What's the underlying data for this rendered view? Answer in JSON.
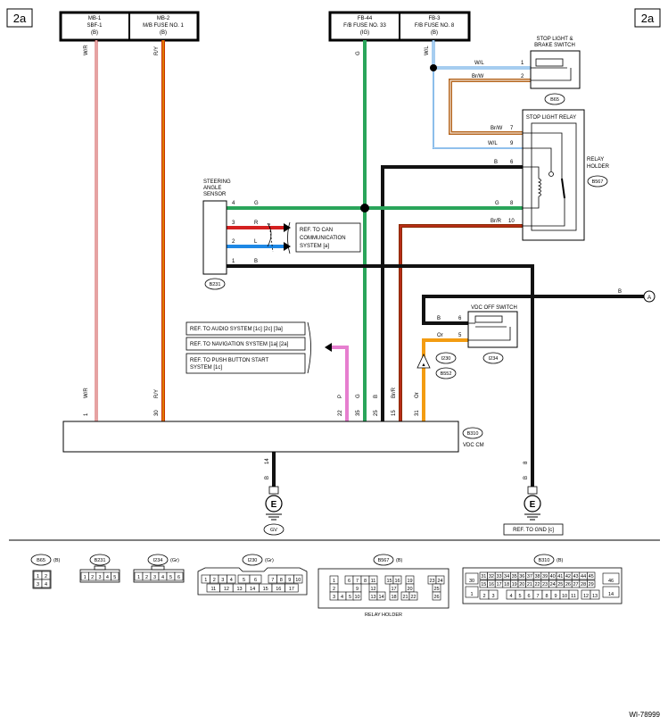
{
  "page": {
    "section_left": "2a",
    "section_right": "2a",
    "doc_id": "WI-78999"
  },
  "fuses": [
    {
      "l1": "MB-1",
      "l2": "SBF-1",
      "l3": "(B)"
    },
    {
      "l1": "MB-2",
      "l2": "M/B FUSE NO. 1",
      "l3": "(B)"
    },
    {
      "l1": "FB-44",
      "l2": "F/B FUSE NO. 33",
      "l3": "(IG)"
    },
    {
      "l1": "FB-3",
      "l2": "F/B FUSE NO. 8",
      "l3": "(B)"
    }
  ],
  "wire_colors": {
    "W/R": "W/R",
    "R/Y": "R/Y",
    "G": "G",
    "W/L": "W/L",
    "Br/W": "Br/W",
    "B": "B",
    "Br/R": "Br/R",
    "R": "R",
    "L": "L",
    "Or": "Or",
    "P": "P"
  },
  "colors": {
    "white_red": "#e8a0a0",
    "red_yellow": "#cc3300",
    "green": "#2aa55a",
    "white_blue": "#4d9be0",
    "brown_white": "#b5651d",
    "black": "#111111",
    "brown_red": "#8b2a00",
    "red": "#d42020",
    "blue": "#1e88e5",
    "orange": "#f39c12",
    "pink": "#e67ecf"
  },
  "components": {
    "stop_light_switch": {
      "l1": "STOP LIGHT &",
      "l2": "BRAKE SWITCH",
      "connector": "B65"
    },
    "stop_light_relay": {
      "label": "STOP LIGHT RELAY"
    },
    "relay_holder": {
      "l1": "RELAY",
      "l2": "HOLDER",
      "connector": "B567"
    },
    "steering_sensor": {
      "l1": "STEERING",
      "l2": "ANGLE",
      "l3": "SENSOR",
      "connector": "B231"
    },
    "can_ref": {
      "l1": "REF. TO CAN",
      "l2": "COMMUNICATION",
      "l3": "SYSTEM [a]"
    },
    "vdc_off_switch": {
      "label": "VDC OFF SWITCH",
      "connector": "I234"
    },
    "vdc_cm": {
      "connector": "B310",
      "label": "VDC CM"
    },
    "ref_audio": "REF. TO AUDIO SYSTEM [1c] [2c] [3a]",
    "ref_navigation": "REF. TO NAVIGATION SYSTEM [1a] [2a]",
    "ref_push_l1": "REF. TO PUSH BUTTON START",
    "ref_push_l2": "SYSTEM [1c]",
    "ref_gnd": "REF. TO GND [c]",
    "connector_i230": "I230",
    "connector_b552": "B552",
    "ground_gv": "GV",
    "ground_symbol": "E",
    "offpage_a": "A"
  },
  "pins": {
    "sw1": "1",
    "sw2": "2",
    "relay7": "7",
    "relay9": "9",
    "relay6": "6",
    "relay8": "8",
    "relay10": "10",
    "sas4": "4",
    "sas3": "3",
    "sas2": "2",
    "sas1": "1",
    "vdc6": "6",
    "vdc5": "5",
    "cm1": "1",
    "cm30": "30",
    "cm22": "22",
    "cm35": "35",
    "cm25": "25",
    "cm15": "15",
    "cm31": "31",
    "cm14": "14",
    "cm8": "8"
  },
  "connector_legend": [
    {
      "name": "B65",
      "color": "(B)",
      "cells": [
        "1",
        "2",
        "3",
        "4"
      ]
    },
    {
      "name": "B231",
      "color": "",
      "cells": [
        "1",
        "2",
        "3",
        "4",
        "5"
      ]
    },
    {
      "name": "I234",
      "color": "(Gr)",
      "cells": [
        "1",
        "2",
        "3",
        "4",
        "5",
        "6"
      ]
    },
    {
      "name": "I230",
      "color": "(Gr)",
      "row1": [
        "1",
        "2",
        "3",
        "4",
        "5",
        "6",
        "7",
        "8",
        "9",
        "10"
      ],
      "row2": [
        "11",
        "12",
        "13",
        "14",
        "15",
        "16",
        "17"
      ]
    },
    {
      "name": "B567",
      "color": "(B)",
      "caption": "RELAY HOLDER",
      "r1": [
        "1",
        "6",
        "7",
        "8",
        "11",
        "15",
        "16",
        "19"
      ],
      "r2": [
        "2",
        "9",
        "12",
        "17",
        "20"
      ],
      "r3": [
        "3",
        "4",
        "5",
        "10",
        "13",
        "14",
        "18",
        "21",
        "22"
      ],
      "side": [
        "23",
        "24",
        "25",
        "26"
      ]
    },
    {
      "name": "B310",
      "color": "(B)",
      "r1": [
        "31",
        "32",
        "33",
        "34",
        "35",
        "36",
        "37",
        "38",
        "39",
        "40",
        "41",
        "42",
        "43",
        "44",
        "45"
      ],
      "r2": [
        "15",
        "16",
        "17",
        "18",
        "19",
        "20",
        "21",
        "22",
        "23",
        "24",
        "25",
        "26",
        "27",
        "28",
        "29"
      ],
      "r3": [
        "2",
        "3",
        "4",
        "5",
        "6",
        "7",
        "8",
        "9",
        "10",
        "11",
        "12",
        "13"
      ],
      "left": [
        "30",
        "1"
      ],
      "right": [
        "46",
        "14"
      ]
    }
  ]
}
